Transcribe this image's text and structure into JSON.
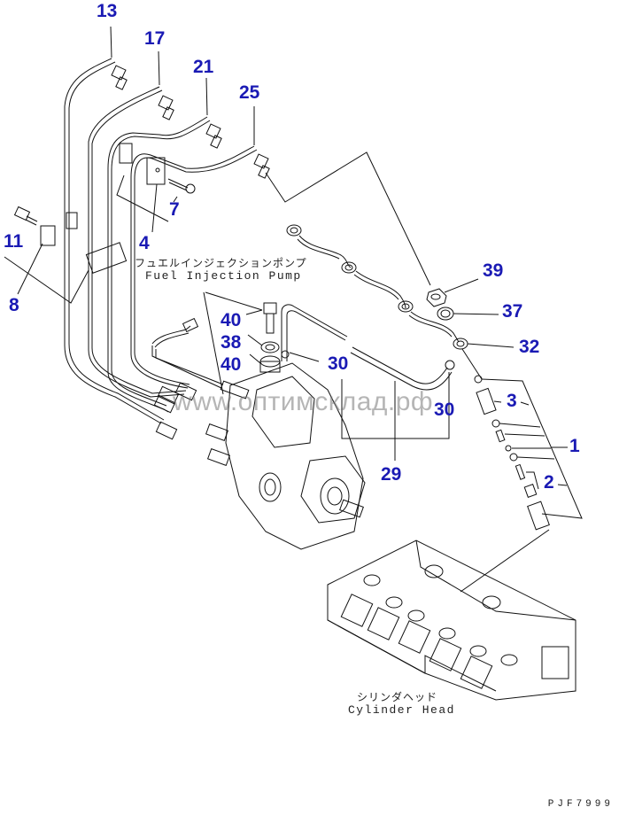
{
  "title": "Fuel Injection Pump / Cylinder Head parts diagram",
  "callouts": [
    {
      "id": "13",
      "label": "13"
    },
    {
      "id": "17",
      "label": "17"
    },
    {
      "id": "21",
      "label": "21"
    },
    {
      "id": "25",
      "label": "25"
    },
    {
      "id": "7",
      "label": "7"
    },
    {
      "id": "11",
      "label": "11"
    },
    {
      "id": "4",
      "label": "4"
    },
    {
      "id": "8",
      "label": "8"
    },
    {
      "id": "39",
      "label": "39"
    },
    {
      "id": "37",
      "label": "37"
    },
    {
      "id": "32",
      "label": "32"
    },
    {
      "id": "40a",
      "label": "40"
    },
    {
      "id": "38",
      "label": "38"
    },
    {
      "id": "40b",
      "label": "40"
    },
    {
      "id": "30a",
      "label": "30"
    },
    {
      "id": "30b",
      "label": "30"
    },
    {
      "id": "3",
      "label": "3"
    },
    {
      "id": "1",
      "label": "1"
    },
    {
      "id": "2",
      "label": "2"
    },
    {
      "id": "29",
      "label": "29"
    }
  ],
  "captions": {
    "pump_jp": "フュエルインジェクションポンプ",
    "pump_en": "Fuel Injection Pump",
    "head_jp": "シリンダヘッド",
    "head_en": "Cylinder Head"
  },
  "watermark": "www.оптимсклад.рф",
  "drawing_id": "PJF7999",
  "colors": {
    "callout": "#1a1ab4",
    "line": "#111111",
    "watermark": "#808080"
  }
}
